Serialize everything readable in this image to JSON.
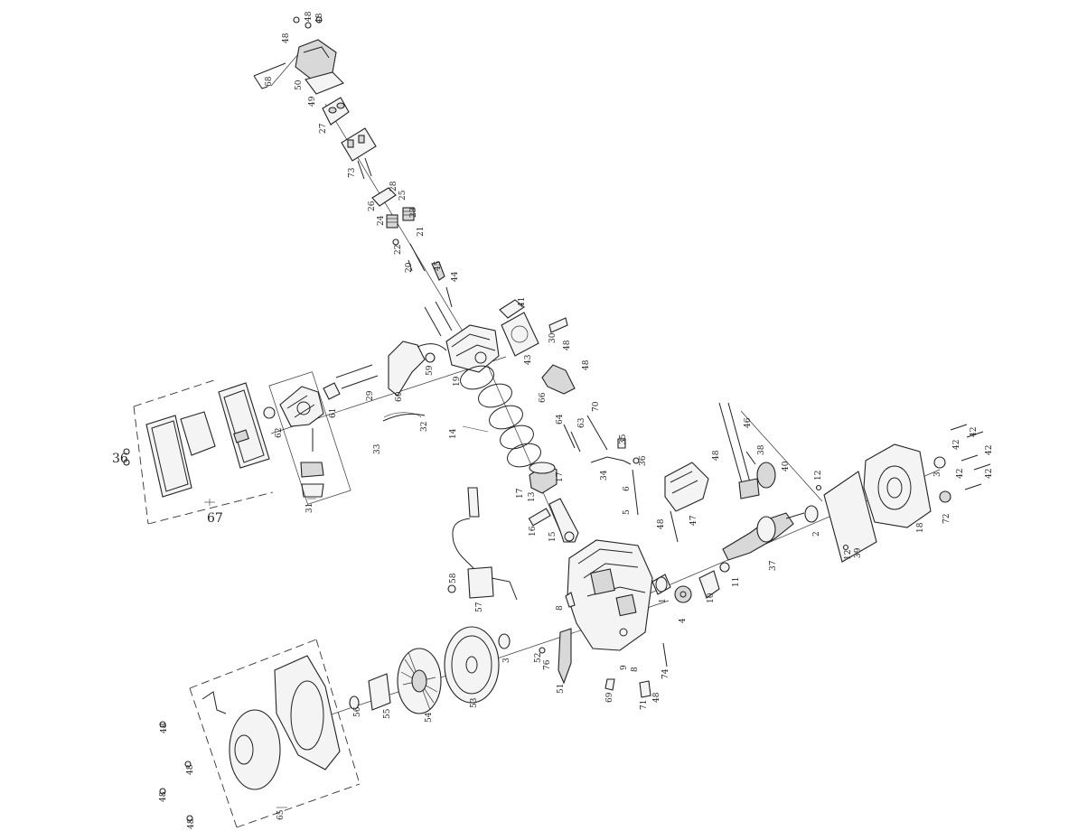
{
  "callouts": [
    {
      "id": "c1",
      "text": "48"
    },
    {
      "id": "c2",
      "text": "48"
    },
    {
      "id": "c3",
      "text": "48"
    },
    {
      "id": "c4",
      "text": "50"
    },
    {
      "id": "c5",
      "text": "68"
    },
    {
      "id": "c6",
      "text": "49"
    },
    {
      "id": "c7",
      "text": "27"
    },
    {
      "id": "c8",
      "text": "73"
    },
    {
      "id": "c9",
      "text": "28"
    },
    {
      "id": "c10",
      "text": "25"
    },
    {
      "id": "c11",
      "text": "26"
    },
    {
      "id": "c12",
      "text": "24"
    },
    {
      "id": "c13",
      "text": "23"
    },
    {
      "id": "c14",
      "text": "21"
    },
    {
      "id": "c15",
      "text": "22"
    },
    {
      "id": "c16",
      "text": "20"
    },
    {
      "id": "c17",
      "text": "45"
    },
    {
      "id": "c18",
      "text": "44"
    },
    {
      "id": "c19",
      "text": "41"
    },
    {
      "id": "c20",
      "text": "30"
    },
    {
      "id": "c21",
      "text": "43"
    },
    {
      "id": "c22",
      "text": "48"
    },
    {
      "id": "c23",
      "text": "48"
    },
    {
      "id": "c24",
      "text": "66"
    },
    {
      "id": "c25",
      "text": "60"
    },
    {
      "id": "c26",
      "text": "59"
    },
    {
      "id": "c27",
      "text": "19"
    },
    {
      "id": "c28",
      "text": "29"
    },
    {
      "id": "c29",
      "text": "61"
    },
    {
      "id": "c30",
      "text": "62"
    },
    {
      "id": "c31",
      "text": "31"
    },
    {
      "id": "c32",
      "text": "32"
    },
    {
      "id": "c33",
      "text": "33"
    },
    {
      "id": "c34",
      "text": "14"
    },
    {
      "id": "c35",
      "text": "70"
    },
    {
      "id": "c36",
      "text": "64"
    },
    {
      "id": "c37",
      "text": "63"
    },
    {
      "id": "c38",
      "text": "35"
    },
    {
      "id": "c39",
      "text": "36"
    },
    {
      "id": "c40",
      "text": "34"
    },
    {
      "id": "c41",
      "text": "13"
    },
    {
      "id": "c42",
      "text": "17"
    },
    {
      "id": "c43",
      "text": "17"
    },
    {
      "id": "c44",
      "text": "6"
    },
    {
      "id": "c45",
      "text": "5"
    },
    {
      "id": "c46",
      "text": "16"
    },
    {
      "id": "c47",
      "text": "15"
    },
    {
      "id": "c48",
      "text": "46"
    },
    {
      "id": "c49",
      "text": "38"
    },
    {
      "id": "c50",
      "text": "48"
    },
    {
      "id": "c51",
      "text": "40"
    },
    {
      "id": "c52",
      "text": "47"
    },
    {
      "id": "c53",
      "text": "48"
    },
    {
      "id": "c54",
      "text": "12"
    },
    {
      "id": "c55",
      "text": "12"
    },
    {
      "id": "c56",
      "text": "39"
    },
    {
      "id": "c57",
      "text": "18"
    },
    {
      "id": "c58",
      "text": "3"
    },
    {
      "id": "c59",
      "text": "72"
    },
    {
      "id": "c60",
      "text": "42"
    },
    {
      "id": "c61",
      "text": "42"
    },
    {
      "id": "c62",
      "text": "42"
    },
    {
      "id": "c63",
      "text": "42"
    },
    {
      "id": "c64",
      "text": "42"
    },
    {
      "id": "c65",
      "text": "2"
    },
    {
      "id": "c66",
      "text": "37"
    },
    {
      "id": "c67",
      "text": "1"
    },
    {
      "id": "c68",
      "text": "4"
    },
    {
      "id": "c69",
      "text": "10"
    },
    {
      "id": "c70",
      "text": "11"
    },
    {
      "id": "c71",
      "text": "57"
    },
    {
      "id": "c72",
      "text": "58"
    },
    {
      "id": "c73",
      "text": "8"
    },
    {
      "id": "c74",
      "text": "3"
    },
    {
      "id": "c75",
      "text": "52"
    },
    {
      "id": "c76",
      "text": "76"
    },
    {
      "id": "c77",
      "text": "51"
    },
    {
      "id": "c78",
      "text": "9"
    },
    {
      "id": "c79",
      "text": "8"
    },
    {
      "id": "c80",
      "text": "74"
    },
    {
      "id": "c81",
      "text": "69"
    },
    {
      "id": "c82",
      "text": "71"
    },
    {
      "id": "c83",
      "text": "48"
    },
    {
      "id": "c84",
      "text": "53"
    },
    {
      "id": "c85",
      "text": "54"
    },
    {
      "id": "c86",
      "text": "55"
    },
    {
      "id": "c87",
      "text": "56"
    },
    {
      "id": "c88",
      "text": "48"
    },
    {
      "id": "c89",
      "text": "48"
    },
    {
      "id": "c90",
      "text": "48"
    },
    {
      "id": "c91",
      "text": "48"
    },
    {
      "id": "c92",
      "text": "65"
    },
    {
      "id": "c93",
      "text": "67"
    },
    {
      "id": "c94",
      "text": "36"
    }
  ]
}
